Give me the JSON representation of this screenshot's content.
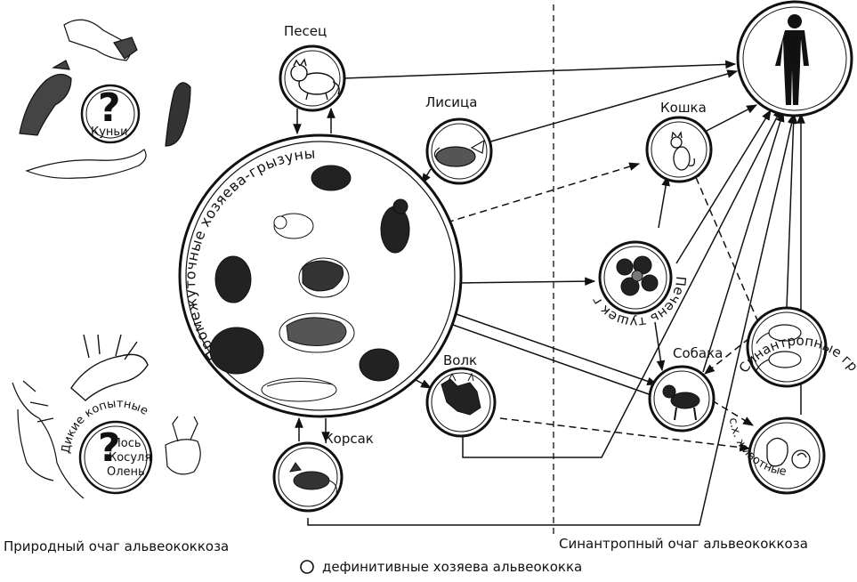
{
  "labels": {
    "pesets": "Песец",
    "lisitsa": "Лисица",
    "koshka": "Кошка",
    "volk": "Волк",
    "sobaka": "Собака",
    "korsak": "Корсак",
    "kunyi": "Куньи",
    "wild_ungulates": "Дикие копытные",
    "moose": "Лось",
    "roe_deer": "Косуля",
    "deer": "Олень",
    "rodent_ring": "Промежуточные хозяева-грызуны",
    "liver_ring": "Печень тушек грызунов",
    "synanthropic_rodents": "Синантропные грызуны",
    "farm_animals": "с.х. животные",
    "question_mark": "?"
  },
  "footer": {
    "natural_focus": "Природный очаг альвеококкоза",
    "synanthropic_focus": "Синантропный очаг альвеококкоза",
    "legend": "дефинитивные хозяева альвеококка"
  },
  "colors": {
    "ink": "#111111",
    "paper": "#ffffff"
  },
  "icons": [
    "arctic-fox-icon",
    "fox-icon",
    "cat-icon",
    "wolf-icon",
    "dog-icon",
    "corsac-icon",
    "human-icon",
    "rodent-icon",
    "marten-icon",
    "moose-icon",
    "reindeer-icon",
    "roe-deer-icon",
    "sheep-icon",
    "rat-icon",
    "liver-icon"
  ]
}
